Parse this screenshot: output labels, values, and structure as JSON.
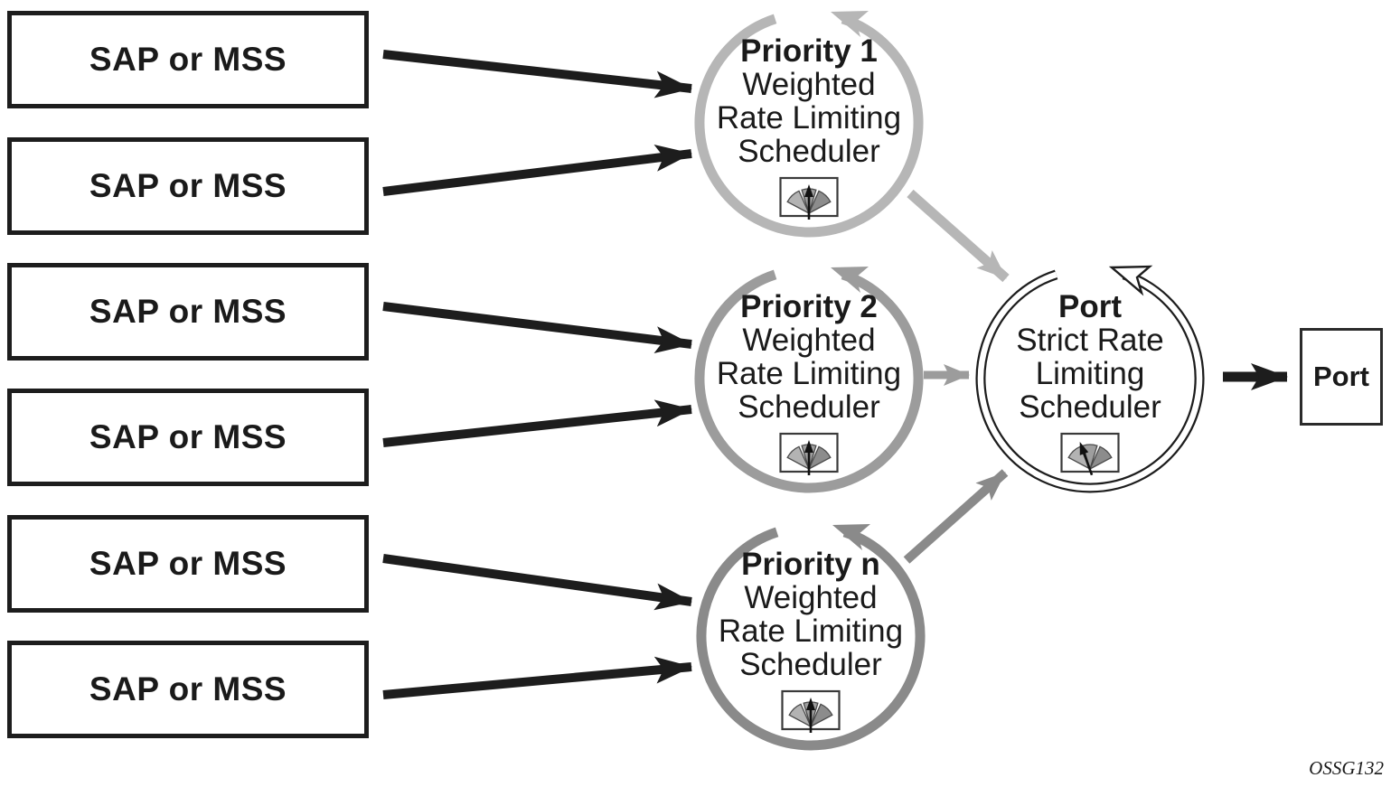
{
  "diagram": {
    "sources": [
      "SAP or MSS",
      "SAP or MSS",
      "SAP or MSS",
      "SAP or MSS",
      "SAP or MSS",
      "SAP or MSS"
    ],
    "schedulers": [
      {
        "title": "Priority 1",
        "lines": [
          "Weighted",
          "Rate Limiting",
          "Scheduler"
        ]
      },
      {
        "title": "Priority 2",
        "lines": [
          "Weighted",
          "Rate Limiting",
          "Scheduler"
        ]
      },
      {
        "title": "Priority n",
        "lines": [
          "Weighted",
          "Rate Limiting",
          "Scheduler"
        ]
      },
      {
        "title": "Port",
        "lines": [
          "Strict Rate",
          "Limiting",
          "Scheduler"
        ]
      }
    ],
    "output_box": {
      "label": "Port"
    },
    "figure_id": "OSSG132",
    "colors": {
      "ink": "#1d1d1d",
      "priority1": "#b6b6b6",
      "priority2": "#9c9c9c",
      "priority_n": "#8a8a8a",
      "port_loop_fill": "#ffffff"
    }
  }
}
